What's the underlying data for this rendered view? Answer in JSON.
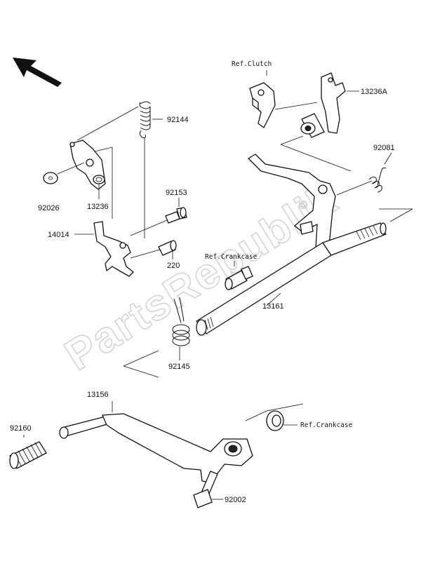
{
  "watermark": {
    "text": "PartsRepublik",
    "symbol": "©"
  },
  "ref_labels": {
    "clutch": "Ref.Clutch",
    "crankcase_upper": "Ref.Crankcase",
    "crankcase_lower": "Ref.Crankcase"
  },
  "parts": {
    "p92144": "92144",
    "p13236a": "13236A",
    "p92081": "92081",
    "p92026": "92026",
    "p13236": "13236",
    "p92153": "92153",
    "p14014": "14014",
    "p220": "220",
    "p13161": "13161",
    "p92145": "92145",
    "p13156": "13156",
    "p92160": "92160",
    "p92002": "92002"
  },
  "icons": {
    "direction": "front-direction-arrow-icon"
  }
}
